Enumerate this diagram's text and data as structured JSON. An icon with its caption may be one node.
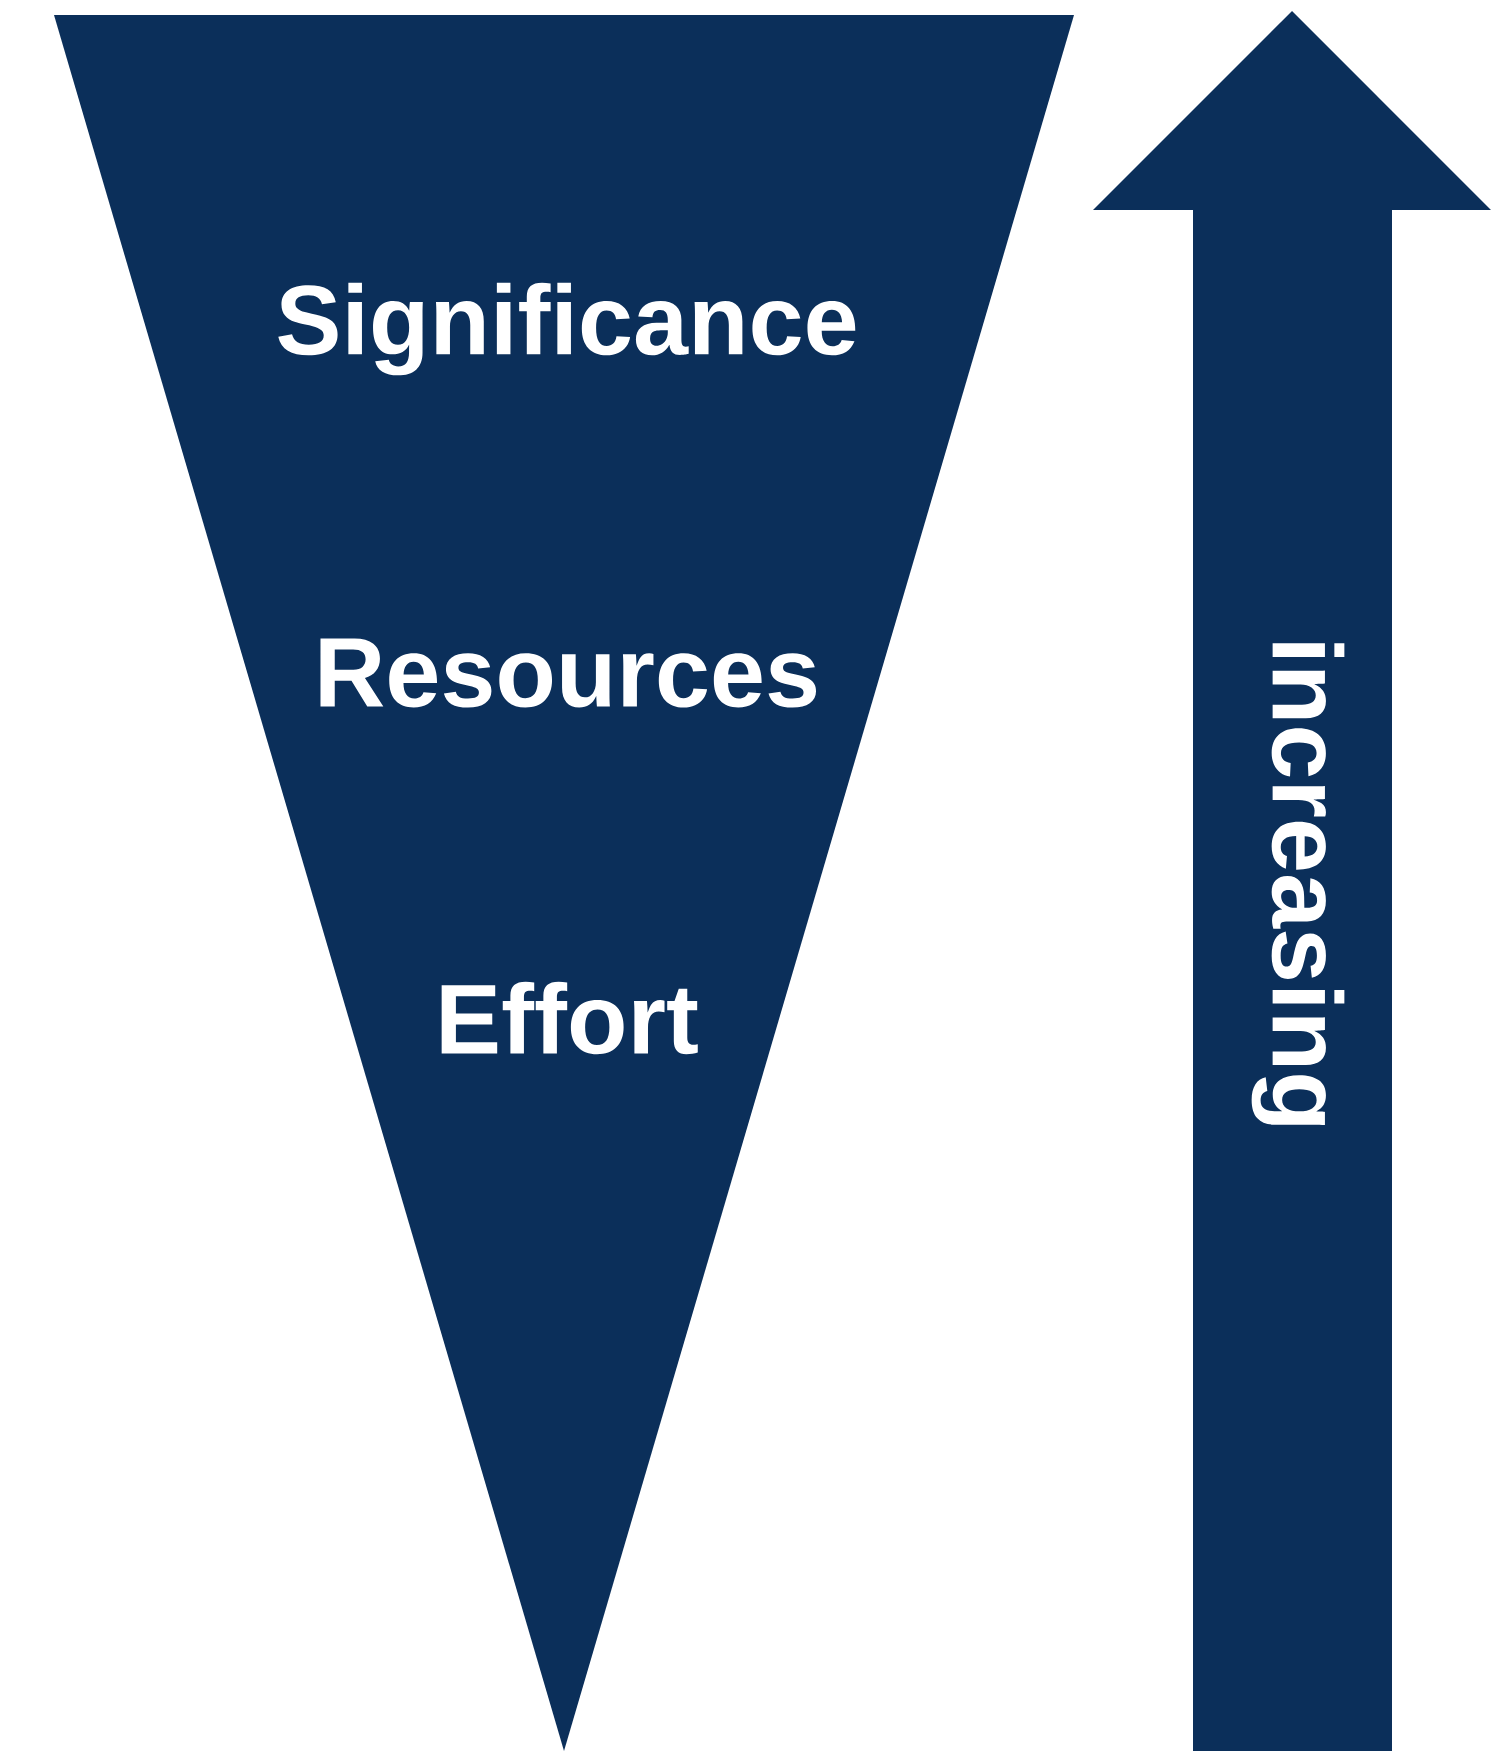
{
  "diagram": {
    "nodes": [
      {
        "text": [
          "Significance",
          "Resources",
          "Effort"
        ]
      },
      {
        "text": [
          "increasing"
        ]
      }
    ]
  }
}
